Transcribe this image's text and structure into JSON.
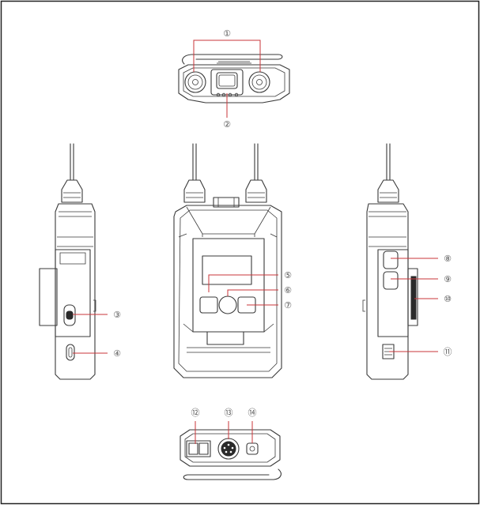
{
  "callouts": [
    {
      "id": "1",
      "label": "①"
    },
    {
      "id": "2",
      "label": "②"
    },
    {
      "id": "3",
      "label": "③"
    },
    {
      "id": "4",
      "label": "④"
    },
    {
      "id": "5",
      "label": "⑤"
    },
    {
      "id": "6",
      "label": "⑥"
    },
    {
      "id": "7",
      "label": "⑦"
    },
    {
      "id": "8",
      "label": "⑧"
    },
    {
      "id": "9",
      "label": "⑨"
    },
    {
      "id": "10",
      "label": "⑩"
    },
    {
      "id": "11",
      "label": "⑪"
    },
    {
      "id": "12",
      "label": "⑫"
    },
    {
      "id": "13",
      "label": "⑬"
    },
    {
      "id": "14",
      "label": "⑭"
    }
  ],
  "colors": {
    "outline": "#3a3a3a",
    "callout_line": "#c9353a",
    "label": "#555555",
    "border": "#222222"
  }
}
